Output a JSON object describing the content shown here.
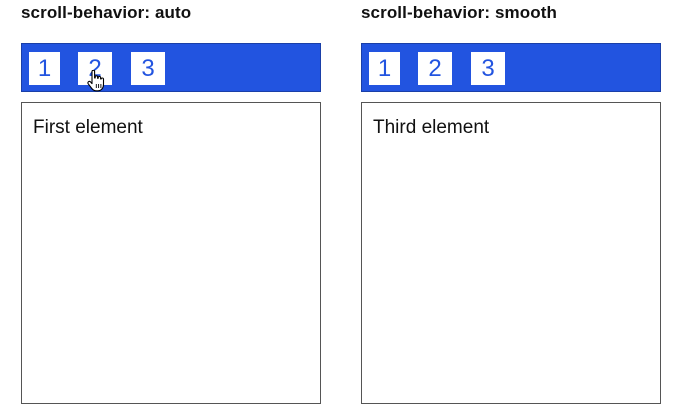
{
  "demos": [
    {
      "title": "scroll-behavior: auto",
      "links": [
        "1",
        "2",
        "3"
      ],
      "content": "First element"
    },
    {
      "title": "scroll-behavior: smooth",
      "links": [
        "1",
        "2",
        "3"
      ],
      "content": "Third element"
    }
  ],
  "colors": {
    "nav_background": "#2254e0",
    "link_text": "#2254e0",
    "link_background": "#ffffff"
  },
  "icons": {
    "cursor": "hand-pointer-icon"
  }
}
